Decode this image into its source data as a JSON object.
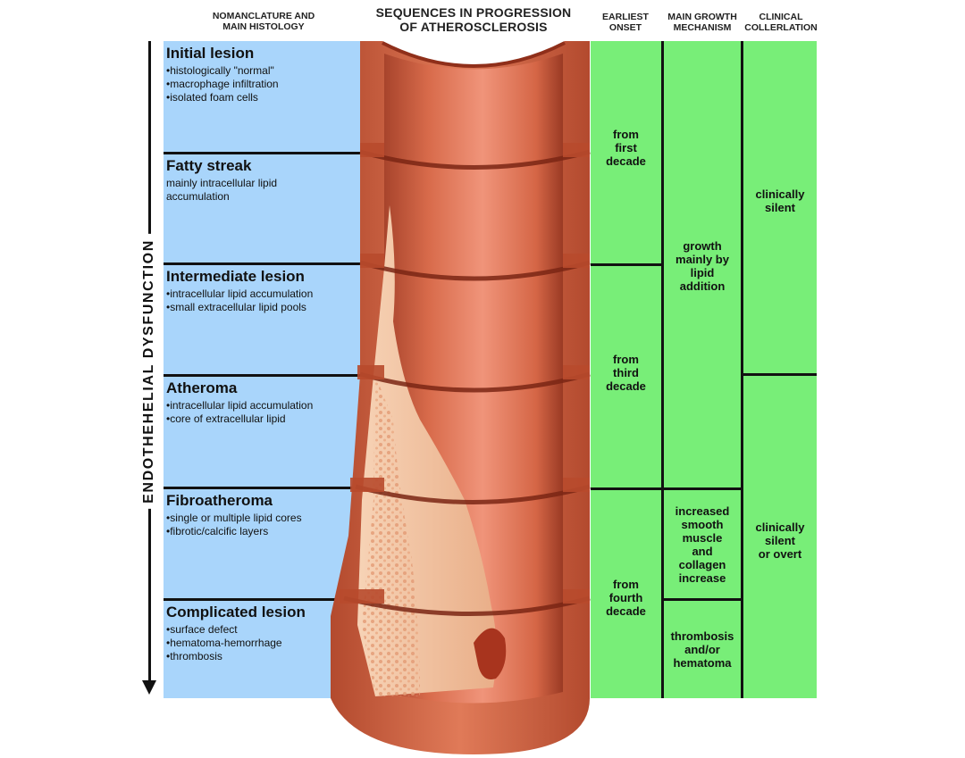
{
  "headers": {
    "nomenclature_line1": "NOMANCLATURE AND",
    "nomenclature_line2": "MAIN HISTOLOGY",
    "sequences_line1": "SEQUENCES IN PROGRESSION",
    "sequences_line2": "OF ATHEROSCLEROSIS",
    "onset_line1": "EARLIEST",
    "onset_line2": "ONSET",
    "growth_line1": "MAIN GROWTH",
    "growth_line2": "MECHANISM",
    "clinical_line1": "CLINICAL",
    "clinical_line2": "COLLERLATION"
  },
  "side_label": "ENDOTHEHELIAL    DYSFUNCTION",
  "stages": [
    {
      "title": "Initial lesion",
      "items": [
        "histologically \"normal\"",
        "macrophage infiltration",
        "isolated foam cells"
      ]
    },
    {
      "title": "Fatty streak",
      "text": "mainly intracellular lipid accumulation"
    },
    {
      "title": "Intermediate lesion",
      "items": [
        "intracellular lipid accumulation",
        "small extracellular lipid pools"
      ]
    },
    {
      "title": "Atheroma",
      "items": [
        "intracellular lipid accumulation",
        "core of extracellular lipid"
      ]
    },
    {
      "title": "Fibroatheroma",
      "items": [
        "single or multiple lipid cores",
        "fibrotic/calcific layers"
      ]
    },
    {
      "title": "Complicated lesion",
      "items": [
        "surface defect",
        "hematoma-hemorrhage",
        "thrombosis"
      ]
    }
  ],
  "onset": {
    "first": [
      "from",
      "first",
      "decade"
    ],
    "third": [
      "from",
      "third",
      "decade"
    ],
    "fourth": [
      "from",
      "fourth",
      "decade"
    ]
  },
  "growth": {
    "lipid": [
      "growth",
      "mainly by",
      "lipid",
      "addition"
    ],
    "smooth_muscle": [
      "increased",
      "smooth",
      "muscle",
      "and",
      "collagen",
      "increase"
    ],
    "thrombosis": [
      "thrombosis",
      "and/or",
      "hematoma"
    ]
  },
  "clinical": {
    "silent": [
      "clinically",
      "silent"
    ],
    "silent_or_overt": [
      "clinically",
      "silent",
      "or overt"
    ]
  },
  "colors": {
    "stage_bg": "#a9d5fb",
    "column_bg": "#78ee78",
    "artery_wall": "#d96848",
    "plaque": "#f3c6a4"
  }
}
